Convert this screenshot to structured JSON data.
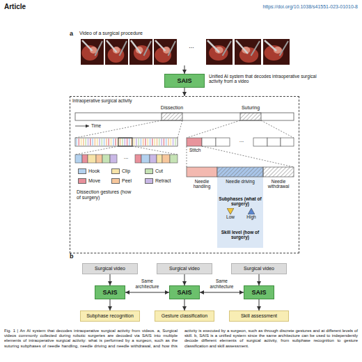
{
  "diagram": {
    "caption": "Fig. 1 | An AI system that decodes intraoperative surgical activity from videos. a, Surgical videos commonly collected during robotic surgeries are decoded via SAIS into multiple elements of intraoperative surgical activity: what is performed by a surgeon, such as the suturing subphases of needle handling, needle driving and needle withdrawal, and how this activity is executed by a surgeon, such as through discrete gestures and at different levels of skill. b, SAIS is a unified system since the same architecture can be used to independently decode different elements of surgical activity, from subphase recognition to gesture classification and skill assessment.",
    "nodes": [
      {
        "text": [
          "Video of a surgical procedure",
          "..."
        ]
      },
      {
        "text": [
          "SAIS"
        ]
      },
      {
        "text": [
          "Intraoperative surgical activity"
        ]
      },
      {
        "text": [
          "Surgical video"
        ]
      },
      {
        "text": [
          "SAIS"
        ]
      },
      {
        "text": [
          "Subphase recognition"
        ]
      },
      {
        "text": [
          "Surgical video"
        ]
      },
      {
        "text": [
          "SAIS"
        ]
      },
      {
        "text": [
          "Gesture classification"
        ]
      },
      {
        "text": [
          "Surgical video"
        ]
      },
      {
        "text": [
          "SAIS"
        ]
      },
      {
        "text": [
          "Skill assessment"
        ]
      }
    ],
    "edges": [
      {
        "from": 0,
        "to": 1,
        "arrow": "to"
      },
      {
        "from": 1,
        "to": 2,
        "arrow": "to"
      },
      {
        "from": 3,
        "to": 4,
        "arrow": "to"
      },
      {
        "from": 4,
        "to": 5,
        "arrow": "to"
      },
      {
        "from": 6,
        "to": 7,
        "arrow": "to"
      },
      {
        "from": 7,
        "to": 8,
        "arrow": "to"
      },
      {
        "from": 9,
        "to": 10,
        "arrow": "to"
      },
      {
        "from": 10,
        "to": 11,
        "arrow": "to"
      },
      {
        "from": 4,
        "to": 7,
        "label": "Same architecture",
        "arrow": "both"
      },
      {
        "from": 7,
        "to": 10,
        "label": "Same architecture",
        "arrow": "both"
      }
    ],
    "labels": [
      "Article",
      "https://doi.org/10.1038/s41551-023-01010-8",
      "a",
      "Unified AI system that decodes intraoperative surgical activity from a video",
      "Dissection",
      "Suturing",
      "Time",
      "...",
      "Dissection gestures (how of surgery)",
      "...",
      "Stitch",
      "Needle handling",
      "Needle driving",
      "Needle withdrawal",
      "Subphases (what of surgery)",
      "Skill level (how of surgery)",
      "b"
    ],
    "legend": [
      {
        "text": "Hook",
        "color": "#b3d1ee"
      },
      {
        "text": "Clip",
        "color": "#f6e3a8"
      },
      {
        "text": "Cut",
        "color": "#c6e3b5"
      },
      {
        "text": "Move",
        "color": "#e8909b"
      },
      {
        "text": "Peel",
        "color": "#f7c79c"
      },
      {
        "text": "Retract",
        "color": "#c9b8e6"
      },
      {
        "text": "Low"
      },
      {
        "text": "High"
      }
    ]
  }
}
